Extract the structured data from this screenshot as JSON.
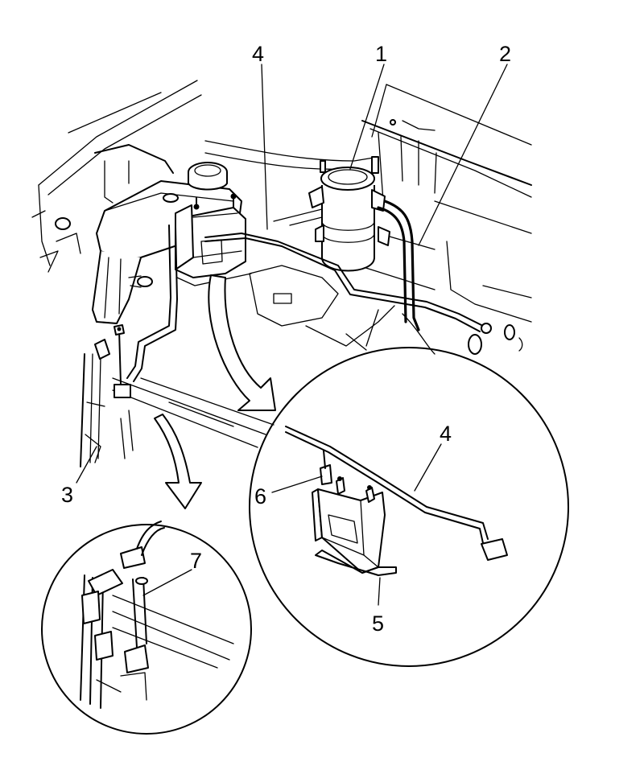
{
  "callouts": [
    {
      "id": "1",
      "label": "1"
    },
    {
      "id": "2",
      "label": "2"
    },
    {
      "id": "3",
      "label": "3"
    },
    {
      "id": "4",
      "label": "4"
    },
    {
      "id": "4b",
      "label": "4"
    },
    {
      "id": "5",
      "label": "5"
    },
    {
      "id": "6",
      "label": "6"
    },
    {
      "id": "7",
      "label": "7"
    }
  ]
}
